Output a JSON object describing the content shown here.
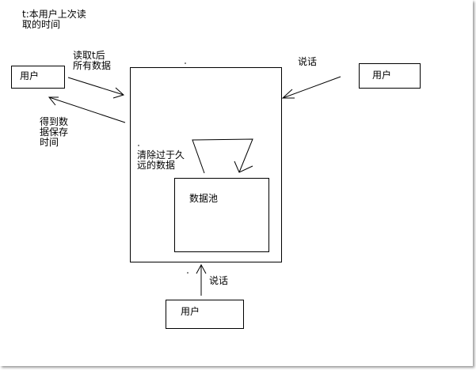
{
  "diagram": {
    "note": "t:本用户上次读\n取的时间",
    "server_box": {
      "label": ""
    },
    "data_pool": {
      "label": "数据池"
    },
    "cleanup_label": "清除过于久\n远的数据",
    "users": {
      "left": "用户",
      "right": "用户",
      "bottom": "用户"
    },
    "arrows": {
      "read_label": "读取t后\n所有数据",
      "save_time_label": "得到数\n据保存\n时间",
      "right_speak_label": "说话",
      "bottom_speak_label": "说话"
    }
  }
}
